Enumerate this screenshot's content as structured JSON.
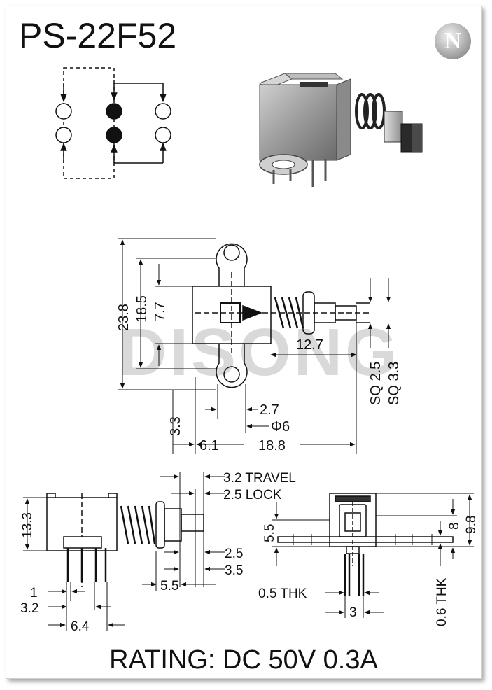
{
  "title": "PS-22F52",
  "rating": "RATING: DC 50V 0.3A",
  "watermark": "DISONG",
  "logo_letter": "N",
  "top_view": {
    "dims": {
      "h_23_8": "23.8",
      "h_18_5": "18.5",
      "h_7_7": "7.7",
      "w_12_7": "12.7",
      "sq_2_5": "SQ 2.5",
      "sq_3_3": "SQ 3.3",
      "d_2_7": "2.7",
      "phi_6": "Φ6",
      "d_3_3": "3.3",
      "d_6_1": "6.1",
      "d_18_8": "18.8"
    }
  },
  "side_view": {
    "dims": {
      "travel": "3.2 TRAVEL",
      "lock": "2.5 LOCK",
      "h_13_3": "13.3",
      "d_2_5": "2.5",
      "d_3_5": "3.5",
      "d_5_5": "5.5",
      "d_1": "1",
      "d_3_2": "3.2",
      "d_6_4": "6.4"
    }
  },
  "front_view": {
    "dims": {
      "h_5_5": "5.5",
      "h_8": "8",
      "h_9_8": "9.8",
      "thk_0_5": "0.5 THK",
      "thk_0_6": "0.6 THK",
      "w_3": "3"
    }
  },
  "colors": {
    "ink": "#111111",
    "watermark": "#d9d9d9",
    "paper": "#ffffff"
  }
}
